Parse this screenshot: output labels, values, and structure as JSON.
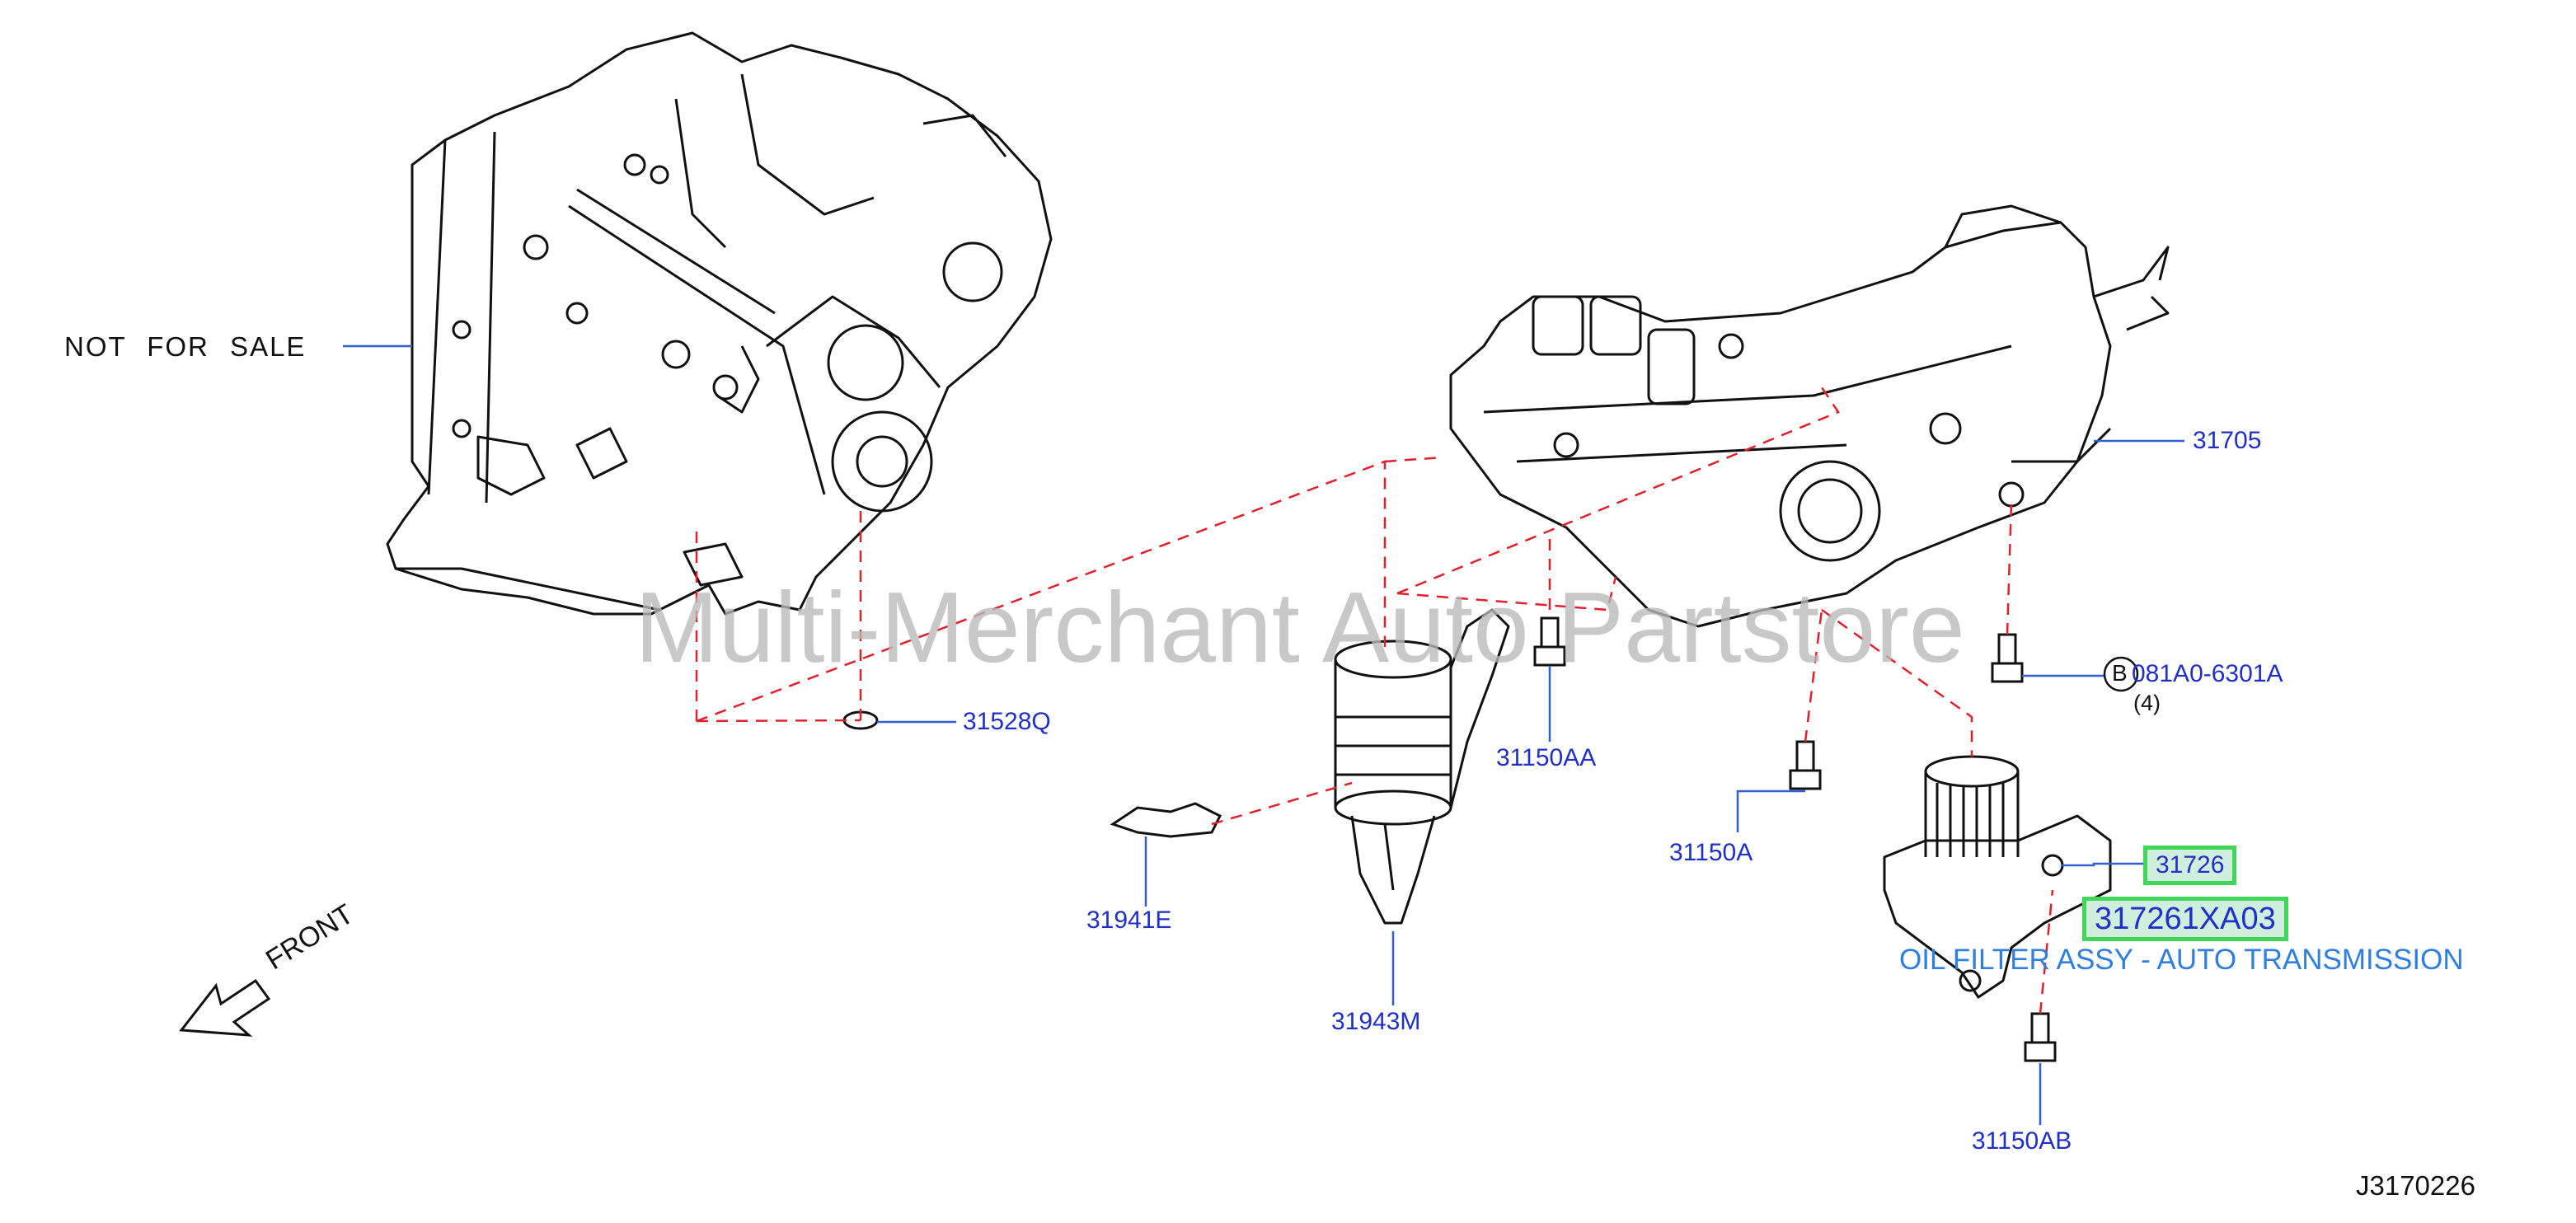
{
  "diagram": {
    "watermark": "Multi-Merchant Auto Partstore",
    "not_for_sale": "NOT FOR SALE",
    "front_label": "FRONT",
    "diagram_code": "J3170226",
    "bolt_marker": "B",
    "bolt_qty": "(4)",
    "description": "OIL FILTER ASSY - AUTO TRANSMISSION",
    "parts": {
      "p31705": "31705",
      "p31528Q": "31528Q",
      "p31150AA": "31150AA",
      "p31150A": "31150A",
      "p31150AB": "31150AB",
      "p081A0": "081A0-6301A",
      "p31726": "31726",
      "p317261XA03": "317261XA03",
      "p31941E": "31941E",
      "p31943M": "31943M"
    }
  },
  "colors": {
    "part_number": "#1f2fc8",
    "leader": "#2f5fd0",
    "dashed": "#e0202a",
    "highlight": "#3fd65a",
    "description": "#2f7fe0"
  }
}
